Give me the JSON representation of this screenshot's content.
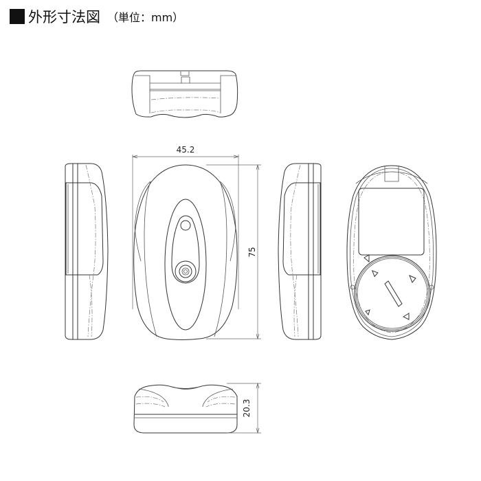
{
  "header": {
    "marker": "■",
    "title": "外形寸法図",
    "unit_label": "（単位：mm）"
  },
  "dimensions": {
    "width": "45.2",
    "height": "75",
    "depth": "20.3",
    "unit": "mm"
  },
  "views": [
    {
      "id": "top",
      "label": "top view"
    },
    {
      "id": "left-side",
      "label": "left side view"
    },
    {
      "id": "front",
      "label": "front view"
    },
    {
      "id": "right-side",
      "label": "right side view"
    },
    {
      "id": "back",
      "label": "back view (battery cover)"
    },
    {
      "id": "bottom",
      "label": "bottom view"
    }
  ],
  "colors": {
    "line": "#333333",
    "background": "#ffffff",
    "title": "#111111"
  }
}
